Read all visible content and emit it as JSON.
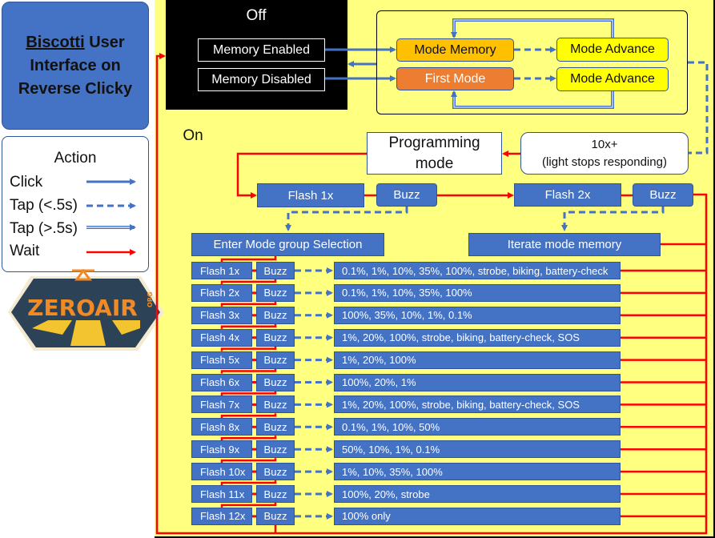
{
  "title": {
    "underlined": "Biscotti",
    "rest_line1": " User",
    "line2": "Interface on",
    "line3": "Reverse Clicky"
  },
  "legend": {
    "heading": "Action",
    "items": [
      {
        "label": "Click",
        "style": "solid-blue"
      },
      {
        "label": "Tap (<.5s)",
        "style": "dashed-blue"
      },
      {
        "label": "Tap (>.5s)",
        "style": "double-blue"
      },
      {
        "label": "Wait",
        "style": "solid-red"
      }
    ]
  },
  "logo": {
    "text": "ZEROAIR",
    "suffix": "ORG"
  },
  "off": {
    "label": "Off",
    "memory_enabled": "Memory Enabled",
    "memory_disabled": "Memory Disabled"
  },
  "modes": {
    "mode_memory": "Mode Memory",
    "first_mode": "First Mode",
    "mode_advance_1": "Mode Advance",
    "mode_advance_2": "Mode Advance"
  },
  "on": {
    "label": "On"
  },
  "programming": {
    "label": "Programming mode",
    "ten_x_line1": "10x+",
    "ten_x_line2": "(light stops responding)"
  },
  "sequence": {
    "flash1": "Flash 1x",
    "buzz1": "Buzz",
    "flash2": "Flash 2x",
    "buzz2": "Buzz",
    "enter_group": "Enter Mode group Selection",
    "iterate": "Iterate mode memory"
  },
  "groups": [
    {
      "flash": "Flash 1x",
      "buzz": "Buzz",
      "modes": "0.1%, 1%, 10%, 35%, 100%, strobe, biking, battery-check"
    },
    {
      "flash": "Flash 2x",
      "buzz": "Buzz",
      "modes": "0.1%, 1%, 10%, 35%, 100%"
    },
    {
      "flash": "Flash 3x",
      "buzz": "Buzz",
      "modes": "100%, 35%, 10%, 1%, 0.1%"
    },
    {
      "flash": "Flash 4x",
      "buzz": "Buzz",
      "modes": "1%, 20%, 100%, strobe, biking, battery-check, SOS"
    },
    {
      "flash": "Flash 5x",
      "buzz": "Buzz",
      "modes": "1%, 20%, 100%"
    },
    {
      "flash": "Flash 6x",
      "buzz": "Buzz",
      "modes": "100%, 20%, 1%"
    },
    {
      "flash": "Flash 7x",
      "buzz": "Buzz",
      "modes": "1%, 20%, 100%, strobe, biking, battery-check, SOS"
    },
    {
      "flash": "Flash 8x",
      "buzz": "Buzz",
      "modes": "0.1%, 1%, 10%, 50%"
    },
    {
      "flash": "Flash 9x",
      "buzz": "Buzz",
      "modes": "50%, 10%, 1%, 0.1%"
    },
    {
      "flash": "Flash 10x",
      "buzz": "Buzz",
      "modes": "1%, 10%, 35%, 100%"
    },
    {
      "flash": "Flash 11x",
      "buzz": "Buzz",
      "modes": "100%, 20%, strobe"
    },
    {
      "flash": "Flash 12x",
      "buzz": "Buzz",
      "modes": "100% only"
    }
  ],
  "colors": {
    "blue": "#4472C4",
    "red": "#FF0000",
    "yellow_bg": "#FFFF80",
    "mode_memory": "#FFC000",
    "first_mode": "#ED7D31",
    "mode_advance": "#FFFF00"
  }
}
